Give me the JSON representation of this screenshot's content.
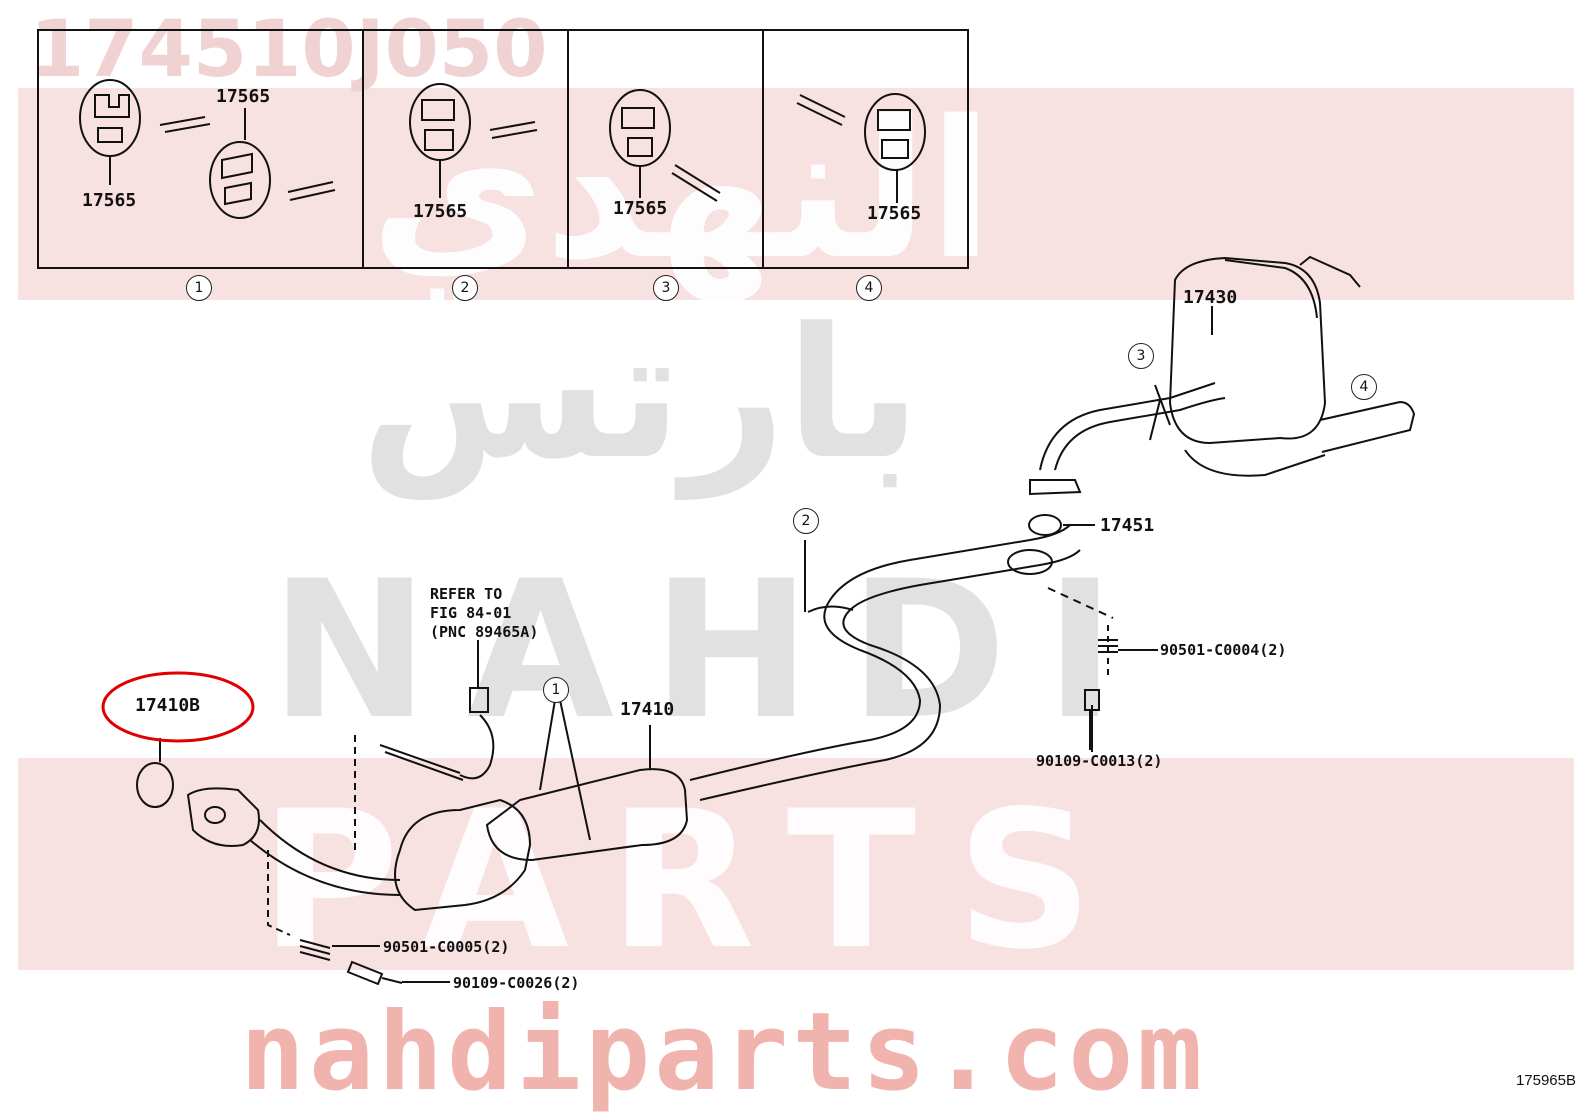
{
  "watermark": {
    "part_number": "174510J050",
    "arabic_top": "النهدي",
    "arabic_mid": "بارتس",
    "latin_1": "NAHDI",
    "latin_2": "PARTS",
    "site": "nahdiparts.com"
  },
  "inset_panels": [
    {
      "index": "1",
      "labels": [
        "17565",
        "17565"
      ]
    },
    {
      "index": "2",
      "labels": [
        "17565"
      ]
    },
    {
      "index": "3",
      "labels": [
        "17565"
      ]
    },
    {
      "index": "4",
      "labels": [
        "17565"
      ]
    }
  ],
  "callouts": {
    "muffler": "17430",
    "gasket_rear": "17451",
    "spring_rear": "90501-C0004(2)",
    "bolt_rear": "90109-C0013(2)",
    "pipe_assy": "17410",
    "gasket_front": "17410B",
    "spring_front": "90501-C0005(2)",
    "bolt_front": "90109-C0026(2)",
    "refer_note": "REFER TO\nFIG 84-01\n(PNC 89465A)"
  },
  "circle_markers": {
    "c1": "1",
    "c2": "2",
    "c3": "3",
    "c4": "4"
  },
  "figure_code": "175965B",
  "colors": {
    "highlight_ring": "#e00000",
    "band": "#f3c8c8",
    "site": "#f1b3ad"
  }
}
